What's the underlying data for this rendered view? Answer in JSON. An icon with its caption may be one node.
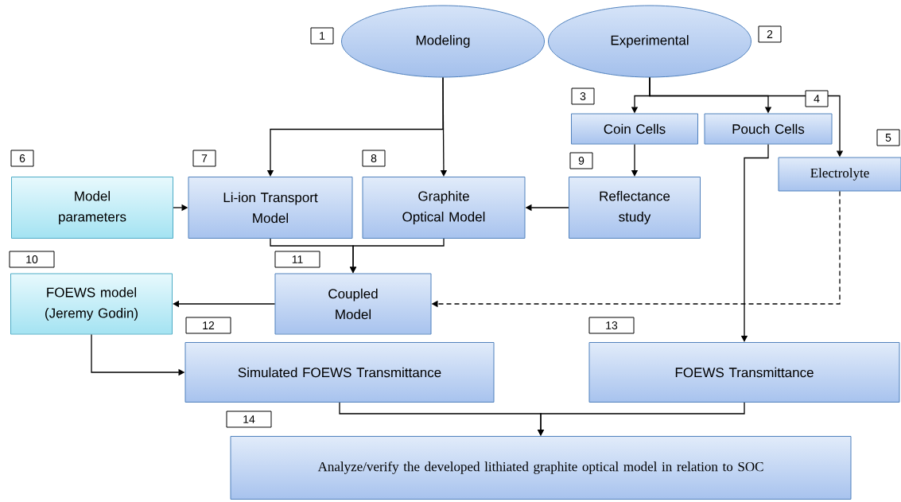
{
  "diagram": {
    "nodes": [
      {
        "text": [
          "Modeling"
        ]
      },
      {
        "text": [
          "Experimental"
        ]
      },
      {
        "text": [
          "Coin Cells"
        ]
      },
      {
        "text": [
          "Pouch Cells"
        ]
      },
      {
        "text": [
          "Electrolyte"
        ]
      },
      {
        "text": [
          "Model parameters"
        ]
      },
      {
        "text": [
          "Li-ion Transport Model"
        ]
      },
      {
        "text": [
          "Graphite Optical Model"
        ]
      },
      {
        "text": [
          "Reflectance study"
        ]
      },
      {
        "text": [
          "FOEWS model (Jeremy Godin)"
        ]
      },
      {
        "text": [
          "Coupled Model"
        ]
      },
      {
        "text": [
          "Simulated FOEWS Transmittance"
        ]
      },
      {
        "text": [
          "FOEWS Transmittance"
        ]
      },
      {
        "text": [
          "Analyze/verify the developed lithiated graphite optical model in relation to SOC"
        ]
      }
    ],
    "edges": [
      {
        "from": 0,
        "to": 6,
        "arrow": "to"
      },
      {
        "from": 0,
        "to": 7,
        "arrow": "to"
      },
      {
        "from": 1,
        "to": 2,
        "arrow": "to"
      },
      {
        "from": 1,
        "to": 3,
        "arrow": "to"
      },
      {
        "from": 1,
        "to": 4,
        "arrow": "to"
      },
      {
        "from": 2,
        "to": 8,
        "arrow": "to"
      },
      {
        "from": 8,
        "to": 7,
        "arrow": "to"
      },
      {
        "from": 5,
        "to": 6,
        "arrow": "to"
      },
      {
        "from": 6,
        "to": 10,
        "arrow": "to"
      },
      {
        "from": 7,
        "to": 10,
        "arrow": "to"
      },
      {
        "from": 4,
        "to": 10,
        "arrow": "to",
        "style": "dashed"
      },
      {
        "from": 10,
        "to": 9,
        "arrow": "to"
      },
      {
        "from": 9,
        "to": 11,
        "arrow": "to"
      },
      {
        "from": 3,
        "to": 12,
        "arrow": "to"
      },
      {
        "from": 11,
        "to": 13,
        "arrow": "to"
      },
      {
        "from": 12,
        "to": 13,
        "arrow": "to"
      }
    ],
    "labels": [
      "1",
      "2",
      "3",
      "4",
      "5",
      "6",
      "7",
      "8",
      "9",
      "10",
      "11",
      "12",
      "13",
      "14"
    ]
  }
}
